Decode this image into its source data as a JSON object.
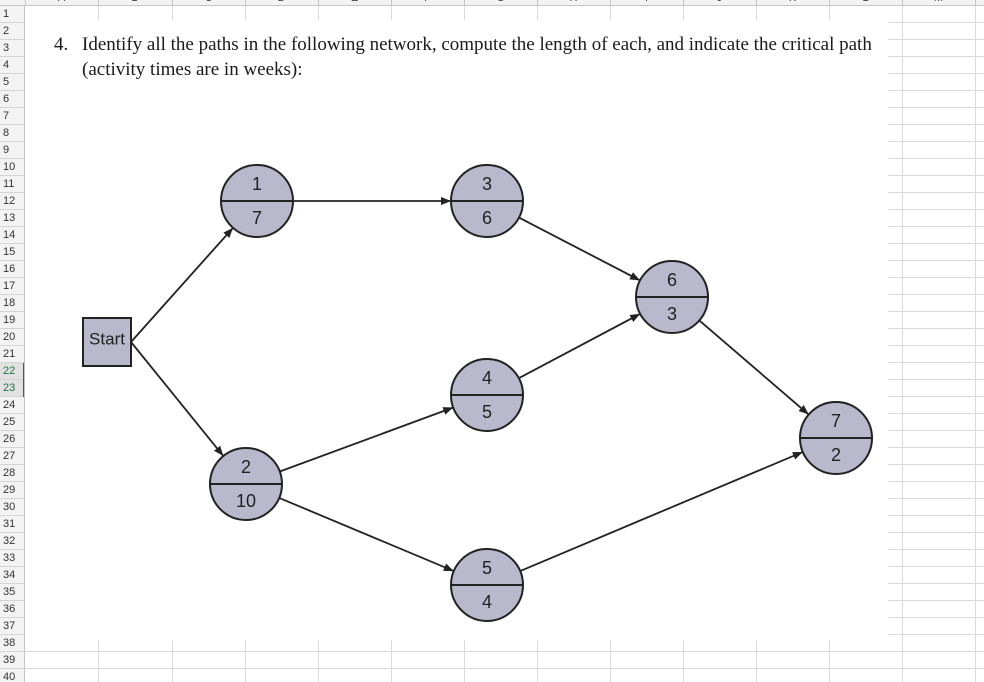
{
  "spreadsheet": {
    "column_headers": [
      "A",
      "B",
      "C",
      "D",
      "E",
      "F",
      "G",
      "H",
      "I",
      "J",
      "K",
      "L",
      "M"
    ],
    "row_numbers": [
      "1",
      "2",
      "3",
      "4",
      "5",
      "6",
      "7",
      "8",
      "9",
      "10",
      "11",
      "12",
      "13",
      "14",
      "15",
      "16",
      "17",
      "18",
      "19",
      "20",
      "21",
      "22",
      "23",
      "24",
      "25",
      "26",
      "27",
      "28",
      "29",
      "30",
      "31",
      "32",
      "33",
      "34",
      "35",
      "36",
      "37",
      "38",
      "39",
      "40"
    ],
    "selected_rows": [
      "22",
      "23"
    ],
    "selection_color": "#217346"
  },
  "question": {
    "number": "4.",
    "text": "Identify all the paths in the following network, compute the length of each, and indicate the critical path (activity times are in weeks):"
  },
  "network": {
    "start_label": "Start",
    "node_fill": "#b9b8cc",
    "nodes": [
      {
        "id": "1",
        "activity": "1",
        "time": "7"
      },
      {
        "id": "2",
        "activity": "2",
        "time": "10"
      },
      {
        "id": "3",
        "activity": "3",
        "time": "6"
      },
      {
        "id": "4",
        "activity": "4",
        "time": "5"
      },
      {
        "id": "5",
        "activity": "5",
        "time": "4"
      },
      {
        "id": "6",
        "activity": "6",
        "time": "3"
      },
      {
        "id": "7",
        "activity": "7",
        "time": "2"
      }
    ],
    "edges": [
      [
        "start",
        "1"
      ],
      [
        "start",
        "2"
      ],
      [
        "1",
        "3"
      ],
      [
        "3",
        "6"
      ],
      [
        "2",
        "4"
      ],
      [
        "4",
        "6"
      ],
      [
        "2",
        "5"
      ],
      [
        "6",
        "7"
      ],
      [
        "5",
        "7"
      ]
    ]
  }
}
